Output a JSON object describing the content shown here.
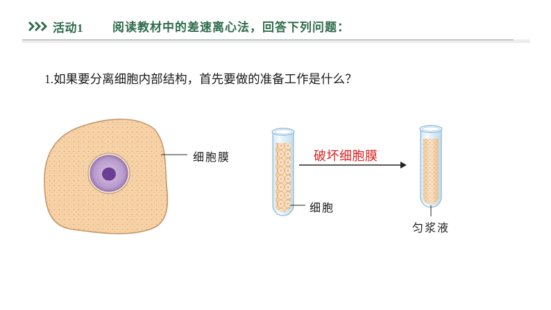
{
  "activity": {
    "label": "活动1",
    "title": "阅读教材中的差速离心法，回答下列问题："
  },
  "question": {
    "number": "1.",
    "text": "如果要分离细胞内部结构，首先要做的准备工作是什么？"
  },
  "figure": {
    "cell_membrane_label": "细胞膜",
    "action_label": "破坏细胞膜",
    "cells_label": "细胞",
    "homogenate_label": "匀浆液"
  },
  "colors": {
    "accent_green": "#2f6b4c",
    "cell_fill": "#f6cfa1",
    "nucleus": "#7b4ea3",
    "action_red": "#e12020"
  }
}
